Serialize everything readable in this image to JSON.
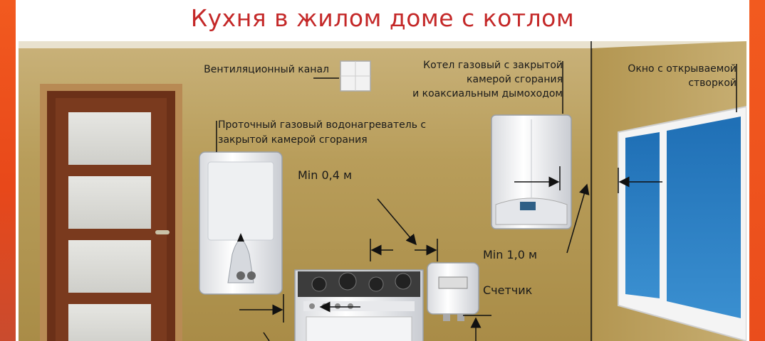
{
  "title": "Кухня в жилом доме с котлом",
  "labels": {
    "vent": "Вентиляционный канал",
    "boiler_1": "Котел газовый с закрытой",
    "boiler_2": "камерой сгорания",
    "boiler_3": "и коаксиальным дымоходом",
    "window_1": "Окно с открываемой",
    "window_2": "створкой",
    "heater_1": "Проточный газовый водонагреватель с",
    "heater_2": "закрытой камерой сгорания",
    "min04": "Min 0,4 м",
    "min10": "Min 1,0 м",
    "meter": "Счетчик"
  },
  "colors": {
    "title": "#c42828",
    "frame": "#f25a1f",
    "wall": "#b89d5a"
  }
}
